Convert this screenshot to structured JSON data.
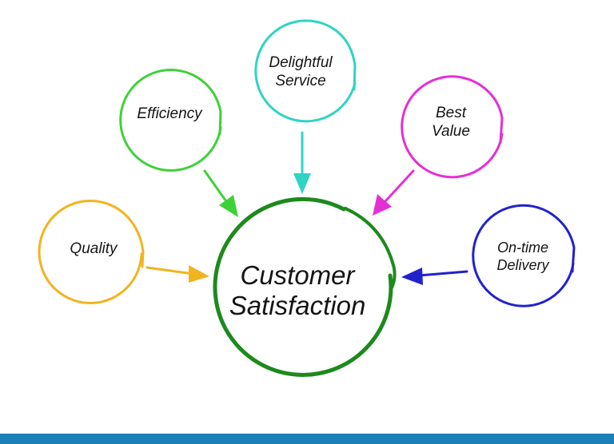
{
  "diagram": {
    "center": {
      "line1": "Customer",
      "line2": "Satisfaction",
      "color": "#1c8a1c"
    },
    "nodes": [
      {
        "id": "quality",
        "line1": "Quality",
        "line2": "",
        "color": "#f2b320"
      },
      {
        "id": "efficiency",
        "line1": "Efficiency",
        "line2": "",
        "color": "#3ed138"
      },
      {
        "id": "delightful-service",
        "line1": "Delightful",
        "line2": "Service",
        "color": "#2fd4c4"
      },
      {
        "id": "best-value",
        "line1": "Best",
        "line2": "Value",
        "color": "#e42fd6"
      },
      {
        "id": "on-time-delivery",
        "line1": "On-time",
        "line2": "Delivery",
        "color": "#2222cc"
      }
    ]
  },
  "footer": {
    "bar_color": "#1c7fb8"
  }
}
